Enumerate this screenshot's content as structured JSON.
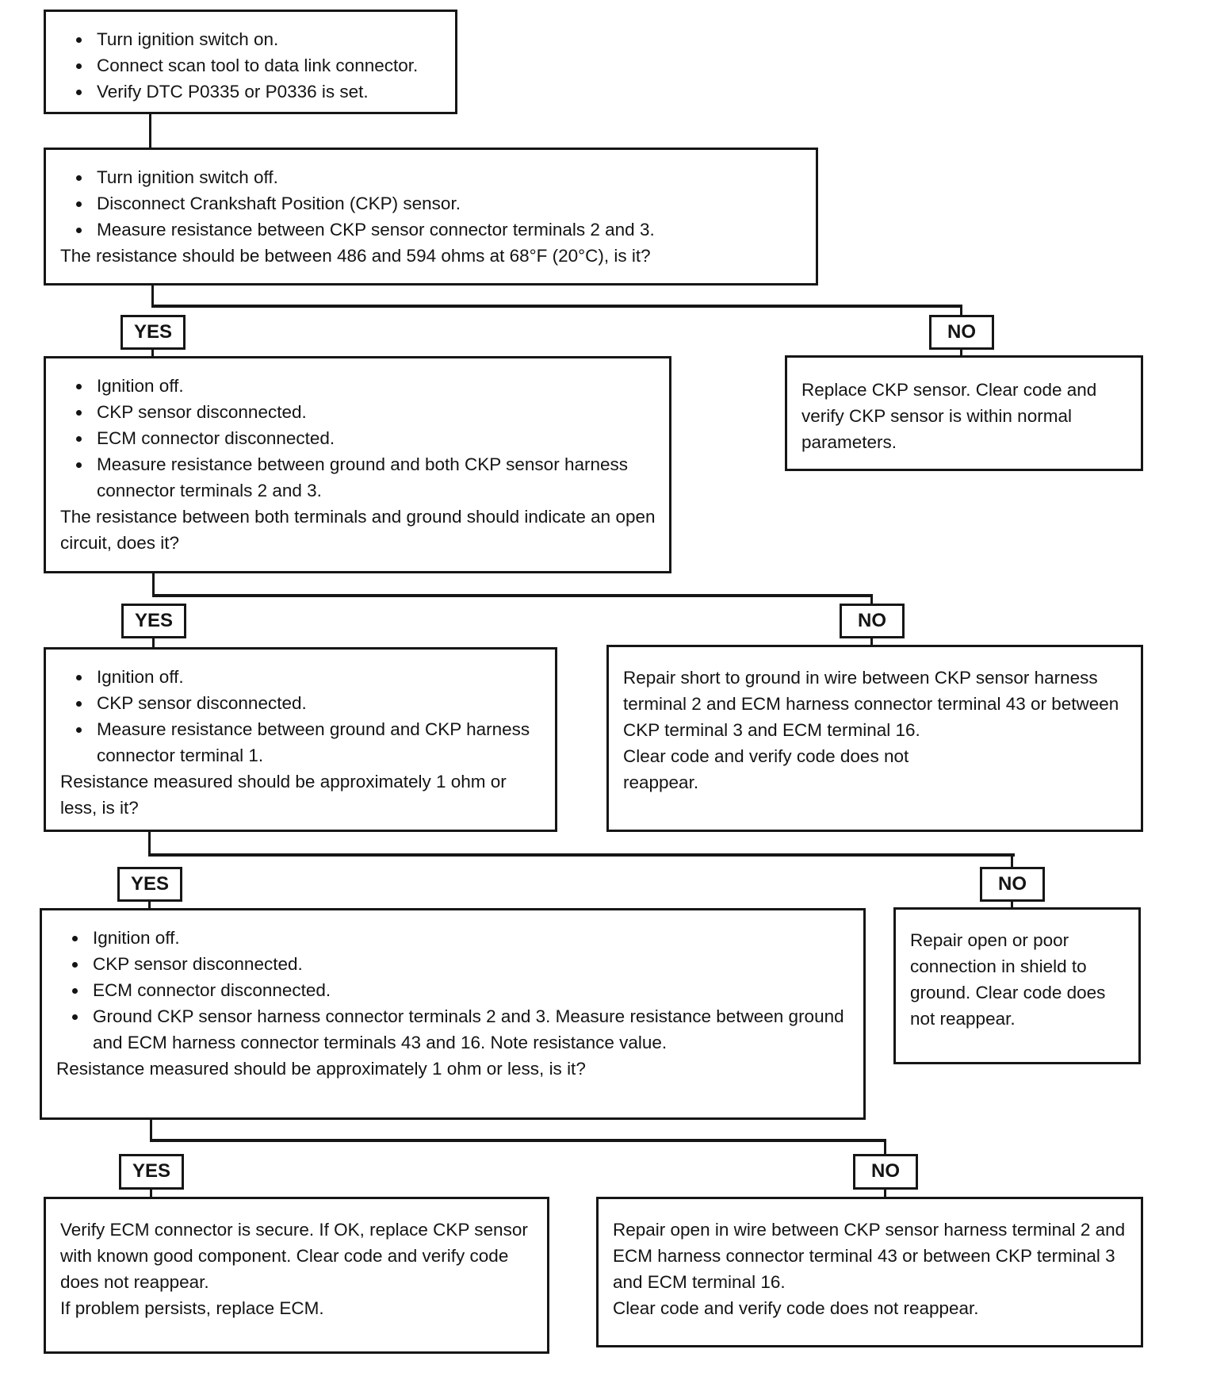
{
  "branch_labels": {
    "yes": "YES",
    "no": "NO"
  },
  "boxes": {
    "step1": {
      "bullets": [
        "Turn ignition switch on.",
        "Connect scan tool to data link connector.",
        "Verify DTC P0335 or P0336  is set."
      ]
    },
    "step2": {
      "bullets": [
        "Turn ignition switch off.",
        "Disconnect Crankshaft Position (CKP) sensor.",
        "Measure resistance between CKP sensor connector terminals 2 and 3."
      ],
      "question": "The resistance should be between 486 and 594 ohms at 68°F (20°C), is it?"
    },
    "step3": {
      "bullets": [
        "Ignition off.",
        "CKP sensor disconnected.",
        "ECM connector disconnected.",
        "Measure resistance between ground and both CKP sensor harness connector terminals 2 and 3."
      ],
      "question": "The resistance between both terminals and ground should indicate an open circuit, does it?"
    },
    "no1_result": {
      "text": "Replace CKP sensor. Clear code and verify CKP sensor is within normal parameters."
    },
    "step4": {
      "bullets": [
        "Ignition off.",
        "CKP sensor disconnected.",
        "Measure resistance between ground and CKP harness connector terminal 1."
      ],
      "question": "Resistance measured should be approximately 1 ohm or less, is it?"
    },
    "no2_result": {
      "text": "Repair short to ground in wire between CKP sensor harness terminal 2 and ECM harness connector terminal 43 or between CKP terminal 3 and ECM terminal 16.",
      "text2": "Clear code and verify code does not reappear."
    },
    "step5": {
      "bullets": [
        "Ignition off.",
        "CKP sensor disconnected.",
        "ECM connector disconnected.",
        "Ground CKP sensor harness connector terminals 2 and 3. Measure resistance between ground and ECM harness connector terminals 43 and 16. Note resistance value."
      ],
      "question": "Resistance measured should be approximately 1 ohm or less, is it?"
    },
    "no3_result": {
      "text": "Repair open or poor connection in shield to ground. Clear code does not reappear."
    },
    "yes_final": {
      "text": "Verify ECM connector is secure. If OK, replace CKP sensor with known good component. Clear code and verify code does not reappear.",
      "text2": "If problem persists, replace ECM."
    },
    "no4_result": {
      "text": "Repair open in wire between CKP sensor harness terminal 2 and ECM harness connector terminal 43 or between CKP terminal 3 and ECM terminal 16.",
      "text2": "Clear code and verify code does not reappear."
    }
  }
}
